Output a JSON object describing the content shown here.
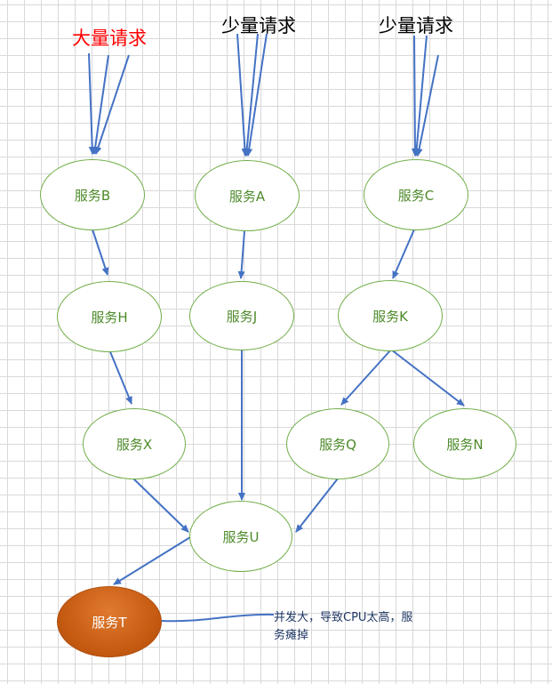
{
  "requests": {
    "b": {
      "label": "大量请求",
      "color": "#ff0000"
    },
    "a": {
      "label": "少量请求",
      "color": "#000000"
    },
    "c": {
      "label": "少量请求",
      "color": "#000000"
    }
  },
  "nodes": {
    "b": "服务B",
    "a": "服务A",
    "c": "服务C",
    "h": "服务H",
    "j": "服务J",
    "k": "服务K",
    "x": "服务X",
    "q": "服务Q",
    "n": "服务N",
    "u": "服务U",
    "t": "服务T"
  },
  "note": "并发大，导致CPU太高，服务瘫掉",
  "colors": {
    "arrow": "#4472c4",
    "node_border": "#70ad47",
    "node_text": "#4d8a2a",
    "hot_node": "#c55a11",
    "note_text": "#1f3864"
  }
}
